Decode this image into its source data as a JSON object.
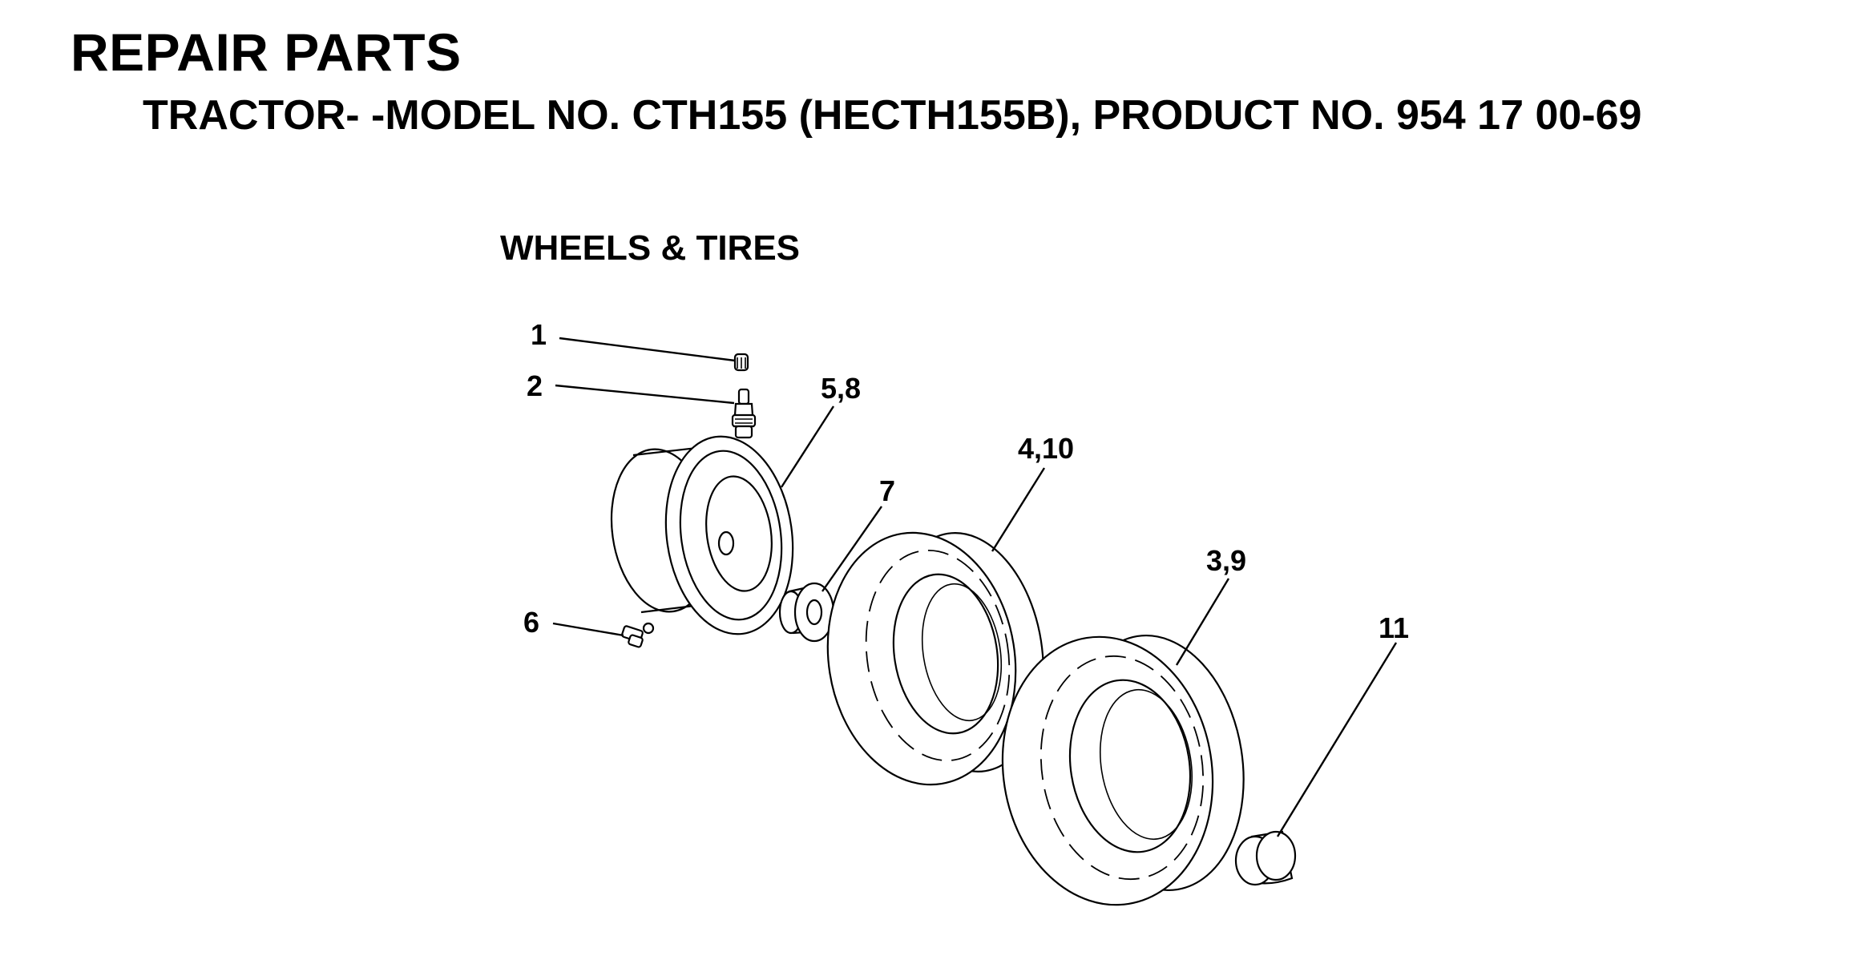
{
  "header": {
    "title": "REPAIR PARTS",
    "subtitle": "TRACTOR- -MODEL NO. CTH155 (HECTH155B), PRODUCT NO. 954 17 00-69"
  },
  "section": {
    "title": "WHEELS & TIRES"
  },
  "callouts": {
    "c1": "1",
    "c2": "2",
    "c58": "5,8",
    "c6": "6",
    "c7": "7",
    "c410": "4,10",
    "c39": "3,9",
    "c11": "11"
  }
}
